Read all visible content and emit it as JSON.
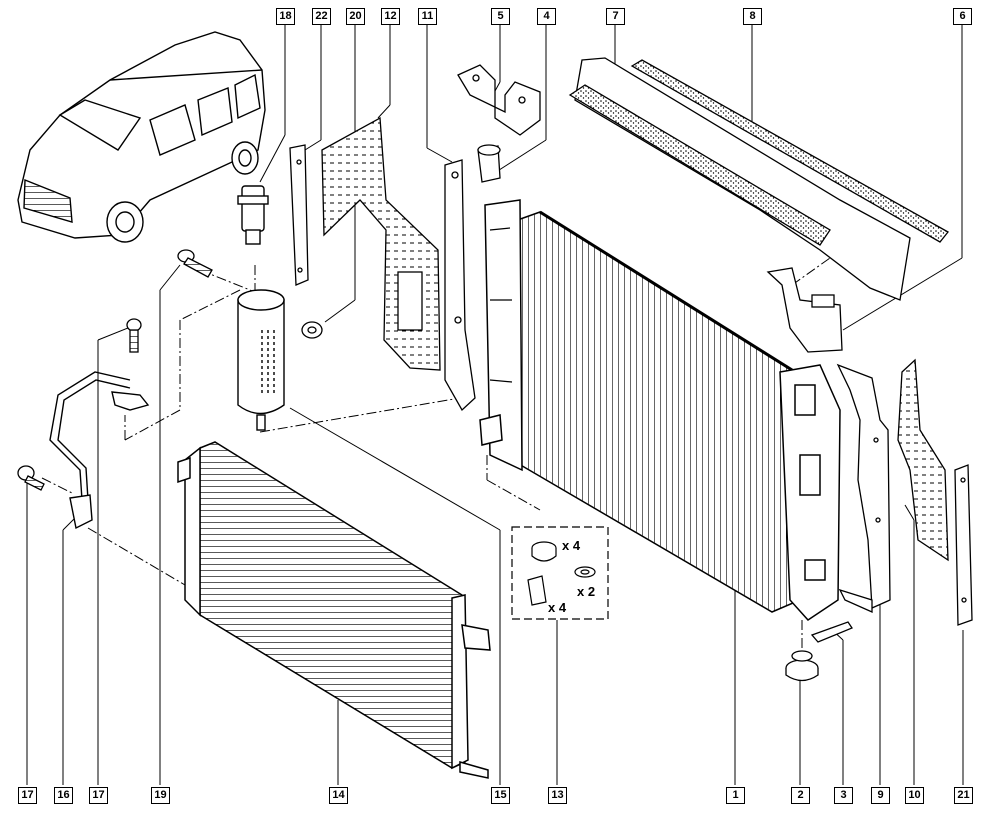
{
  "diagram": {
    "callouts": {
      "c18": "18",
      "c22": "22",
      "c20": "20",
      "c12": "12",
      "c11": "11",
      "c5": "5",
      "c4": "4",
      "c7": "7",
      "c8": "8",
      "c6": "6",
      "c17a": "17",
      "c16": "16",
      "c17b": "17",
      "c19": "19",
      "c14": "14",
      "c15": "15",
      "c13": "13",
      "c1": "1",
      "c2": "2",
      "c3": "3",
      "c9": "9",
      "c10": "10",
      "c21": "21"
    },
    "kit_quantities": {
      "q1": "x 4",
      "q2": "x 2",
      "q3": "x 4"
    }
  }
}
